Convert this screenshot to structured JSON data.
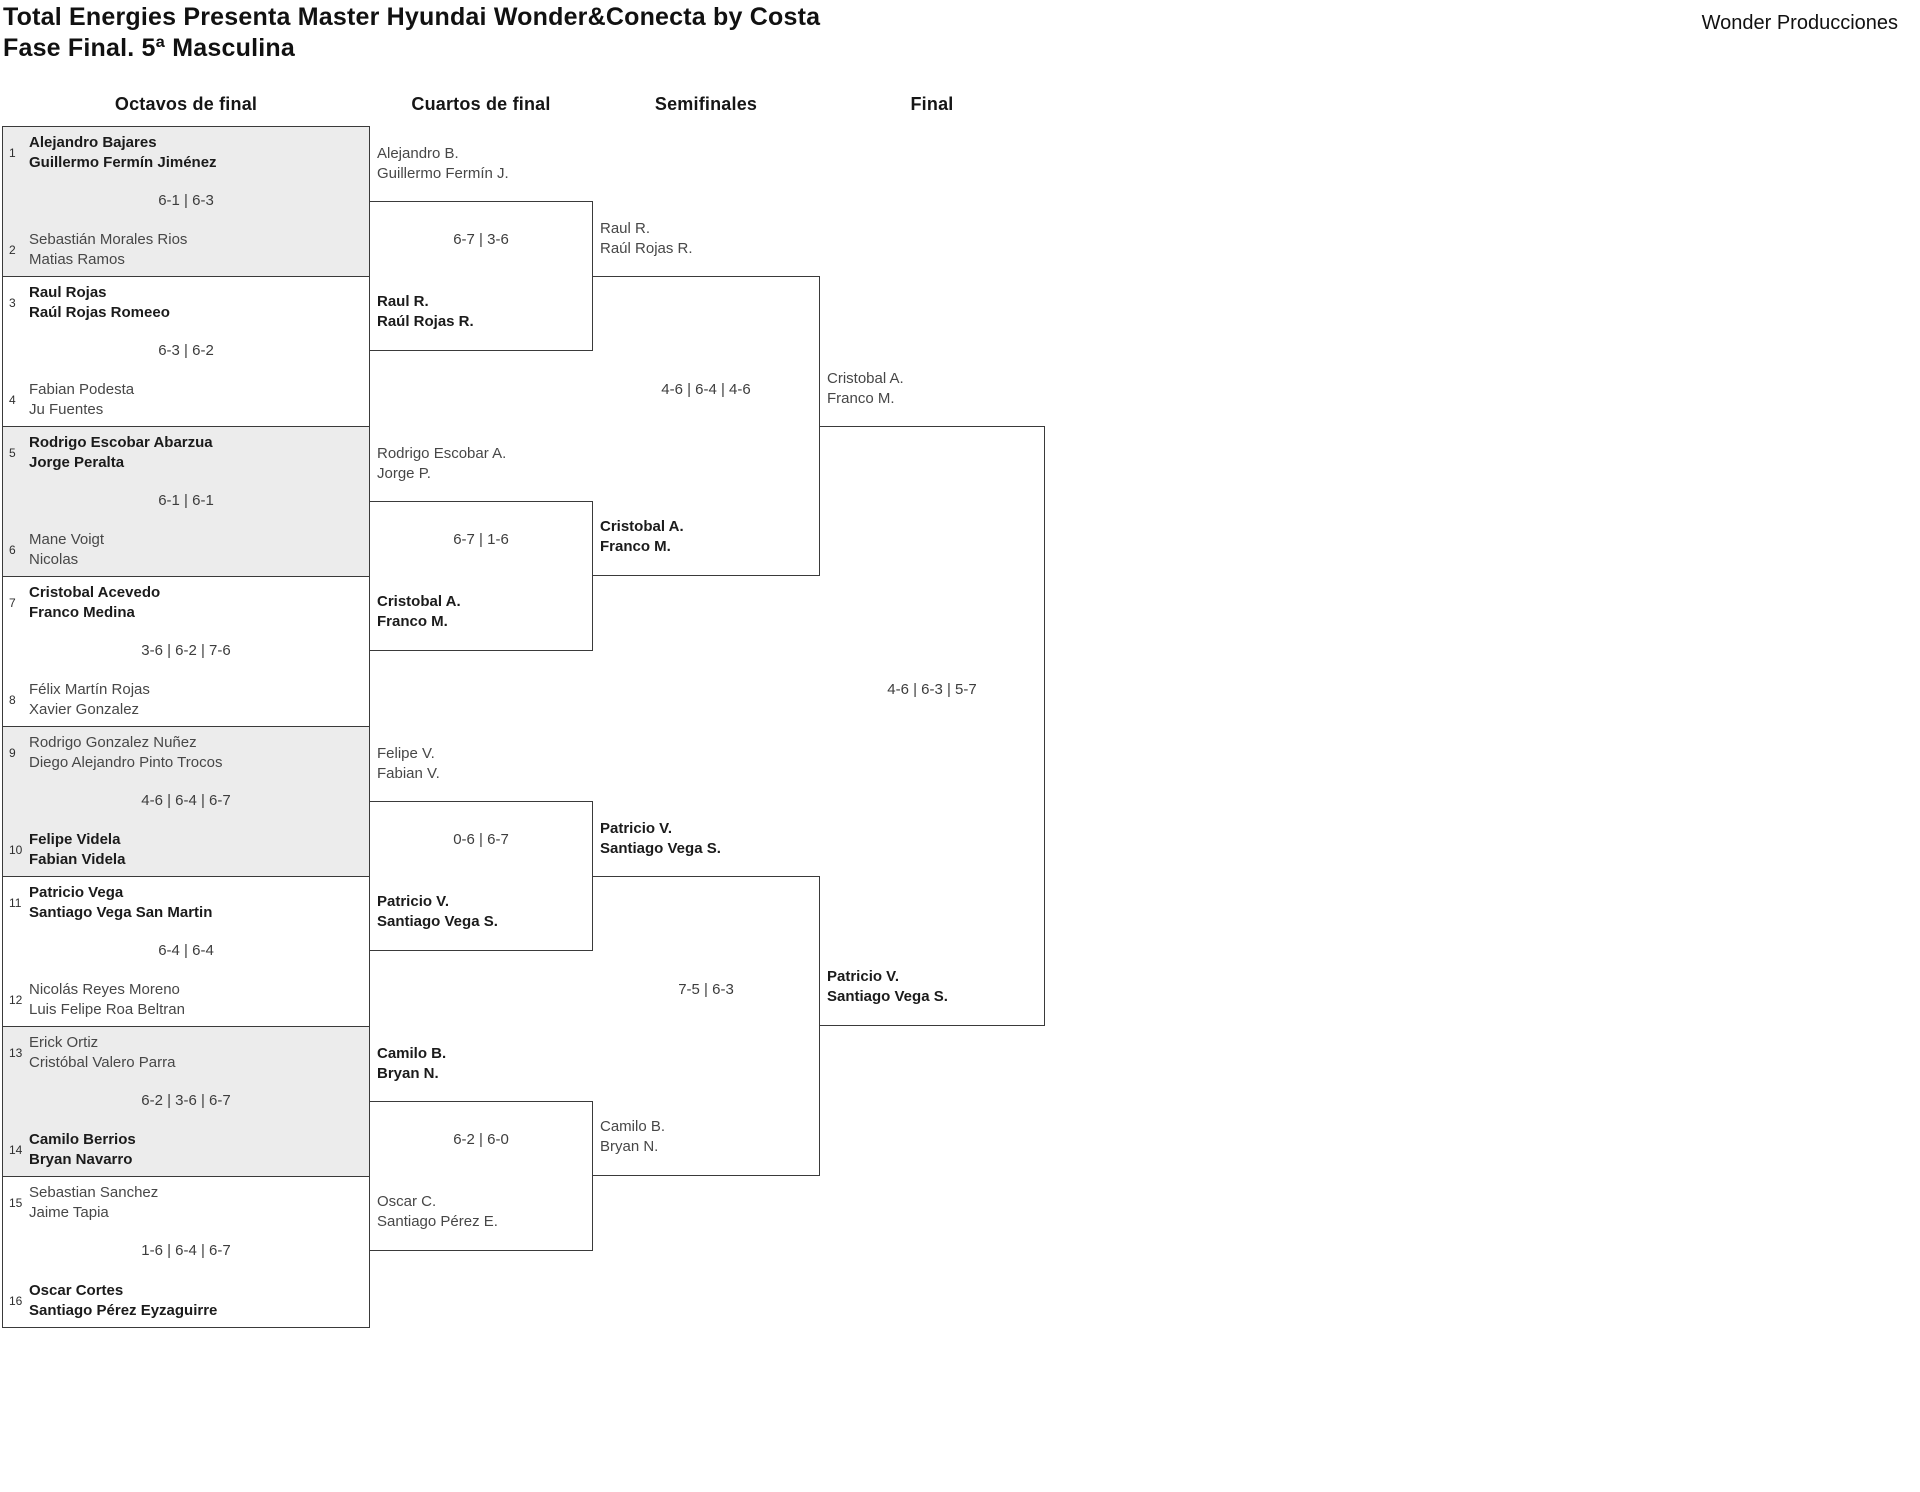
{
  "title": {
    "line1": "Total Energies Presenta Master Hyundai Wonder&Conecta by Costa",
    "line2": "Fase Final. 5ª Masculina"
  },
  "publisher": "Wonder Producciones",
  "round_headers": [
    "Octavos de final",
    "Cuartos de final",
    "Semifinales",
    "Final"
  ],
  "round_of_16_matches": [
    {
      "score": "6-1 | 6-3",
      "teams": [
        {
          "seed": "1",
          "players": [
            "Alejandro Bajares",
            "Guillermo Fermín Jiménez"
          ],
          "winner": true
        },
        {
          "seed": "2",
          "players": [
            "Sebastián Morales Rios",
            "Matias Ramos"
          ],
          "winner": false
        }
      ]
    },
    {
      "score": "6-3 | 6-2",
      "teams": [
        {
          "seed": "3",
          "players": [
            "Raul Rojas",
            "Raúl Rojas Romeeo"
          ],
          "winner": true
        },
        {
          "seed": "4",
          "players": [
            "Fabian Podesta",
            "Ju Fuentes"
          ],
          "winner": false
        }
      ]
    },
    {
      "score": "6-1 | 6-1",
      "teams": [
        {
          "seed": "5",
          "players": [
            "Rodrigo Escobar Abarzua",
            "Jorge Peralta"
          ],
          "winner": true
        },
        {
          "seed": "6",
          "players": [
            "Mane Voigt",
            "Nicolas"
          ],
          "winner": false
        }
      ]
    },
    {
      "score": "3-6 | 6-2 | 7-6",
      "teams": [
        {
          "seed": "7",
          "players": [
            "Cristobal Acevedo",
            "Franco Medina"
          ],
          "winner": true
        },
        {
          "seed": "8",
          "players": [
            "Félix Martín Rojas",
            "Xavier Gonzalez"
          ],
          "winner": false
        }
      ]
    },
    {
      "score": "4-6 | 6-4 | 6-7",
      "teams": [
        {
          "seed": "9",
          "players": [
            "Rodrigo Gonzalez Nuñez",
            "Diego Alejandro Pinto Trocos"
          ],
          "winner": false
        },
        {
          "seed": "10",
          "players": [
            "Felipe Videla",
            "Fabian Videla"
          ],
          "winner": true
        }
      ]
    },
    {
      "score": "6-4 | 6-4",
      "teams": [
        {
          "seed": "11",
          "players": [
            "Patricio Vega",
            "Santiago Vega San Martin"
          ],
          "winner": true
        },
        {
          "seed": "12",
          "players": [
            "Nicolás Reyes Moreno",
            "Luis Felipe Roa Beltran"
          ],
          "winner": false
        }
      ]
    },
    {
      "score": "6-2 | 3-6 | 6-7",
      "teams": [
        {
          "seed": "13",
          "players": [
            "Erick Ortiz",
            "Cristóbal Valero Parra"
          ],
          "winner": false
        },
        {
          "seed": "14",
          "players": [
            "Camilo Berrios",
            "Bryan Navarro"
          ],
          "winner": true
        }
      ]
    },
    {
      "score": "1-6 | 6-4 | 6-7",
      "teams": [
        {
          "seed": "15",
          "players": [
            "Sebastian Sanchez",
            "Jaime Tapia"
          ],
          "winner": false
        },
        {
          "seed": "16",
          "players": [
            "Oscar Cortes",
            "Santiago Pérez Eyzaguirre"
          ],
          "winner": true
        }
      ]
    }
  ],
  "quarterfinals": [
    {
      "score": "6-7 | 3-6",
      "slots": [
        {
          "players": [
            "Alejandro B.",
            "Guillermo Fermín J."
          ],
          "winner": false
        },
        {
          "players": [
            "Raul R.",
            "Raúl Rojas R."
          ],
          "winner": true
        }
      ]
    },
    {
      "score": "6-7 | 1-6",
      "slots": [
        {
          "players": [
            "Rodrigo Escobar A.",
            "Jorge P."
          ],
          "winner": false
        },
        {
          "players": [
            "Cristobal A.",
            "Franco M."
          ],
          "winner": true
        }
      ]
    },
    {
      "score": "0-6 | 6-7",
      "slots": [
        {
          "players": [
            "Felipe V.",
            "Fabian V."
          ],
          "winner": false
        },
        {
          "players": [
            "Patricio V.",
            "Santiago Vega S."
          ],
          "winner": true
        }
      ]
    },
    {
      "score": "6-2 | 6-0",
      "slots": [
        {
          "players": [
            "Camilo B.",
            "Bryan N."
          ],
          "winner": true
        },
        {
          "players": [
            "Oscar C.",
            "Santiago Pérez E."
          ],
          "winner": false
        }
      ]
    }
  ],
  "semifinals": [
    {
      "score": "4-6 | 6-4 | 4-6",
      "slots": [
        {
          "players": [
            "Raul R.",
            "Raúl Rojas R."
          ],
          "winner": false
        },
        {
          "players": [
            "Cristobal A.",
            "Franco M."
          ],
          "winner": true
        }
      ]
    },
    {
      "score": "7-5 | 6-3",
      "slots": [
        {
          "players": [
            "Patricio V.",
            "Santiago Vega S."
          ],
          "winner": true
        },
        {
          "players": [
            "Camilo B.",
            "Bryan N."
          ],
          "winner": false
        }
      ]
    }
  ],
  "final": {
    "score": "4-6 | 6-3 | 5-7",
    "slots": [
      {
        "players": [
          "Cristobal A.",
          "Franco M."
        ],
        "winner": false
      },
      {
        "players": [
          "Patricio V.",
          "Santiago Vega S."
        ],
        "winner": true
      }
    ]
  }
}
